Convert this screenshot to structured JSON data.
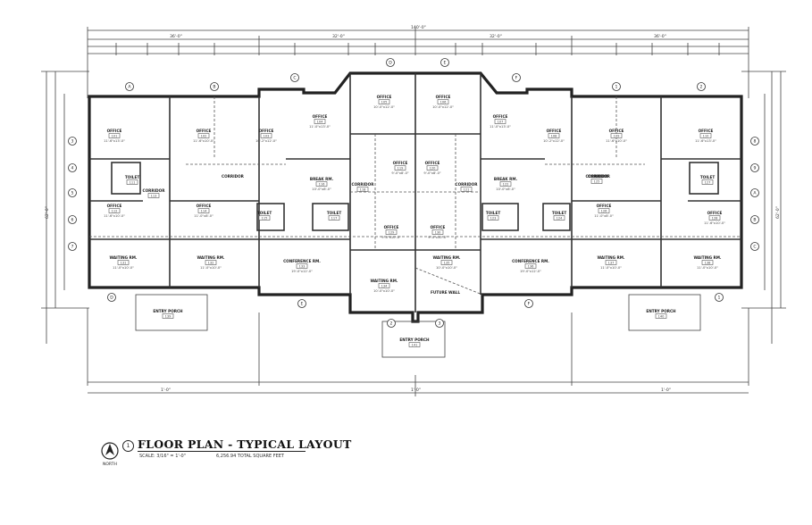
{
  "drawing": {
    "title": "FLOOR PLAN - TYPICAL LAYOUT",
    "scale": "SCALE: 3/16\" = 1'-0\"",
    "total_sqft": "6,256.94 TOTAL SQUARE FEET",
    "sheet_number": "1",
    "north_label": "NORTH"
  },
  "dimensions": {
    "overall_top": "140'-0\"",
    "top_left_seg": "36'-0\"",
    "top_mid_left": "32'-0\"",
    "top_mid_right": "32'-0\"",
    "top_right_seg": "36'-0\"",
    "side_overall": "62'-0\"",
    "bottom_center": "1'-0\"",
    "bottom_left": "1'-0\"",
    "bottom_right": "1'-0\""
  },
  "rooms": [
    {
      "name": "OFFICE",
      "num": "101",
      "size": "11'-6\"x13'-0\""
    },
    {
      "name": "OFFICE",
      "num": "102",
      "size": "11'-6\"x10'-0\""
    },
    {
      "name": "OFFICE",
      "num": "103",
      "size": "10'-2\"x12'-0\""
    },
    {
      "name": "OFFICE",
      "num": "104",
      "size": "11'-0\"x13'-0\""
    },
    {
      "name": "OFFICE",
      "num": "105",
      "size": "10'-0\"x12'-0\""
    },
    {
      "name": "OFFICE",
      "num": "106",
      "size": "10'-0\"x12'-0\""
    },
    {
      "name": "OFFICE",
      "num": "107",
      "size": "11'-0\"x13'-0\""
    },
    {
      "name": "OFFICE",
      "num": "108",
      "size": "10'-2\"x12'-0\""
    },
    {
      "name": "OFFICE",
      "num": "109",
      "size": "11'-6\"x10'-0\""
    },
    {
      "name": "OFFICE",
      "num": "110",
      "size": "11'-6\"x13'-0\""
    },
    {
      "name": "TOILET",
      "num": "111",
      "size": ""
    },
    {
      "name": "OFFICE",
      "num": "112",
      "size": "11'-6\"x10'-0\""
    },
    {
      "name": "CORRIDOR",
      "num": "113",
      "size": ""
    },
    {
      "name": "OFFICE",
      "num": "114",
      "size": "11'-0\"x8'-0\""
    },
    {
      "name": "TOILET",
      "num": "115",
      "size": ""
    },
    {
      "name": "BREAK RM.",
      "num": "116",
      "size": "10'-0\"x8'-0\""
    },
    {
      "name": "TOILET",
      "num": "117",
      "size": ""
    },
    {
      "name": "CORRIDOR",
      "num": "118",
      "size": ""
    },
    {
      "name": "OFFICE",
      "num": "119",
      "size": "9'-0\"x8'-0\""
    },
    {
      "name": "OFFICE",
      "num": "120",
      "size": "9'-0\"x8'-0\""
    },
    {
      "name": "CORRIDOR",
      "num": "121",
      "size": ""
    },
    {
      "name": "BREAK RM.",
      "num": "122",
      "size": "10'-0\"x8'-0\""
    },
    {
      "name": "TOILET",
      "num": "123",
      "size": ""
    },
    {
      "name": "TOILET",
      "num": "124",
      "size": ""
    },
    {
      "name": "CORRIDOR",
      "num": "125",
      "size": ""
    },
    {
      "name": "OFFICE",
      "num": "126",
      "size": "11'-0\"x8'-0\""
    },
    {
      "name": "TOILET",
      "num": "127",
      "size": ""
    },
    {
      "name": "OFFICE",
      "num": "128",
      "size": "11'-6\"x10'-0\""
    },
    {
      "name": "OFFICE",
      "num": "129",
      "size": "9'-0\"x10'-0\""
    },
    {
      "name": "OFFICE",
      "num": "130",
      "size": "9'-0\"x10'-0\""
    },
    {
      "name": "WAITING RM.",
      "num": "131",
      "size": "11'-0\"x10'-0\""
    },
    {
      "name": "WAITING RM.",
      "num": "132",
      "size": "11'-0\"x10'-0\""
    },
    {
      "name": "CONFERENCE RM.",
      "num": "133",
      "size": "19'-0\"x12'-0\""
    },
    {
      "name": "WAITING RM.",
      "num": "134",
      "size": "10'-0\"x10'-0\""
    },
    {
      "name": "WAITING RM.",
      "num": "135",
      "size": "10'-0\"x10'-0\""
    },
    {
      "name": "CONFERENCE RM.",
      "num": "136",
      "size": "19'-0\"x12'-0\""
    },
    {
      "name": "WAITING RM.",
      "num": "137",
      "size": "11'-0\"x10'-0\""
    },
    {
      "name": "WAITING RM.",
      "num": "138",
      "size": "11'-0\"x10'-0\""
    },
    {
      "name": "ENTRY PORCH",
      "num": "139",
      "size": ""
    },
    {
      "name": "ENTRY PORCH",
      "num": "140",
      "size": ""
    },
    {
      "name": "ENTRY PORCH",
      "num": "141",
      "size": ""
    }
  ],
  "notes": {
    "future_wall": "FUTURE WALL",
    "corridor_label": "CORRIDOR"
  },
  "grid_bubbles": [
    "A",
    "B",
    "C",
    "D",
    "E",
    "F",
    "1",
    "2",
    "3",
    "4",
    "5",
    "6",
    "7",
    "8",
    "9"
  ]
}
